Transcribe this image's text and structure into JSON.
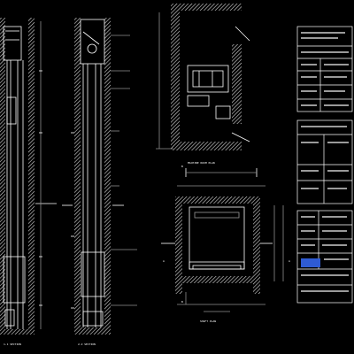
{
  "drawing": {
    "background": "#000000",
    "colors": {
      "line": "#ffffff",
      "wall_hatch": "#d9d9d9",
      "dim": "#8f8f8f",
      "accent": "#9a9a9a",
      "stamp": "#2f5bd3"
    },
    "labels": {
      "section_1": "1-1 SECTION",
      "section_2": "2-2 SECTION",
      "plan_machine_room": "MACHINE ROOM PLAN",
      "plan_shaft": "SHAFT PLAN",
      "mark_a": "A",
      "mark_b": "B"
    },
    "title_block": {
      "company": "",
      "project": "",
      "drawing_no": ""
    }
  }
}
